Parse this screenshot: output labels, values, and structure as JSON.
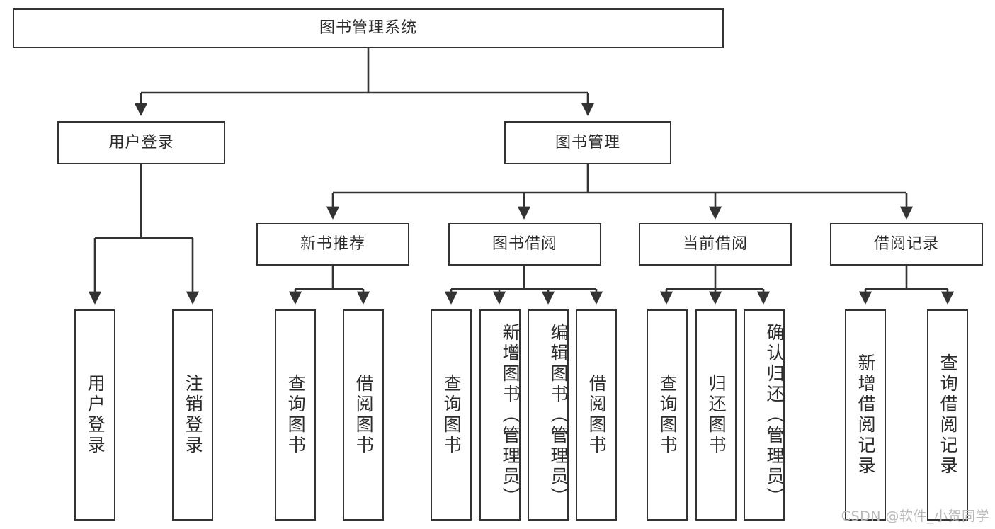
{
  "diagram": {
    "type": "tree-hierarchy",
    "title": "图书管理系统",
    "root": {
      "label": "图书管理系统",
      "orientation": "horizontal"
    },
    "level2": [
      {
        "id": "user-login",
        "label": "用户登录",
        "orientation": "horizontal"
      },
      {
        "id": "book-management",
        "label": "图书管理",
        "orientation": "horizontal"
      }
    ],
    "level3": [
      {
        "id": "new-book-recommend",
        "label": "新书推荐",
        "orientation": "horizontal"
      },
      {
        "id": "book-borrow",
        "label": "图书借阅",
        "orientation": "horizontal"
      },
      {
        "id": "current-borrow",
        "label": "当前借阅",
        "orientation": "horizontal"
      },
      {
        "id": "borrow-record",
        "label": "借阅记录",
        "orientation": "horizontal"
      }
    ],
    "leaves": [
      {
        "id": "leaf-user-login",
        "label": "用户登录",
        "parent": "user-login",
        "orientation": "vertical"
      },
      {
        "id": "leaf-user-logout",
        "label": "注销登录",
        "parent": "user-login",
        "orientation": "vertical"
      },
      {
        "id": "leaf-query-book-1",
        "label": "查询图书",
        "parent": "new-book-recommend",
        "orientation": "vertical"
      },
      {
        "id": "leaf-borrow-book-1",
        "label": "借阅图书",
        "parent": "new-book-recommend",
        "orientation": "vertical"
      },
      {
        "id": "leaf-query-book-2",
        "label": "查询图书",
        "parent": "book-borrow",
        "orientation": "vertical"
      },
      {
        "id": "leaf-add-book",
        "label": "新增图书（管理员）",
        "parent": "book-borrow",
        "orientation": "vertical"
      },
      {
        "id": "leaf-edit-book",
        "label": "编辑图书（管理员）",
        "parent": "book-borrow",
        "orientation": "vertical"
      },
      {
        "id": "leaf-borrow-book-2",
        "label": "借阅图书",
        "parent": "book-borrow",
        "orientation": "vertical"
      },
      {
        "id": "leaf-query-book-3",
        "label": "查询图书",
        "parent": "current-borrow",
        "orientation": "vertical"
      },
      {
        "id": "leaf-return-book",
        "label": "归还图书",
        "parent": "current-borrow",
        "orientation": "vertical"
      },
      {
        "id": "leaf-confirm-return",
        "label": "确认归还（管理员）",
        "parent": "current-borrow",
        "orientation": "vertical"
      },
      {
        "id": "leaf-add-record",
        "label": "新增借阅记录",
        "parent": "borrow-record",
        "orientation": "vertical"
      },
      {
        "id": "leaf-query-record",
        "label": "查询借阅记录",
        "parent": "borrow-record",
        "orientation": "vertical"
      }
    ],
    "colors": {
      "box_border": "#333333",
      "box_fill": "#ffffff",
      "connector": "#333333",
      "text": "#2b2b2b",
      "watermark": "#b9b9b9",
      "background": "#ffffff"
    }
  },
  "watermark": {
    "text": "CSDN @软件_小贺同学"
  }
}
